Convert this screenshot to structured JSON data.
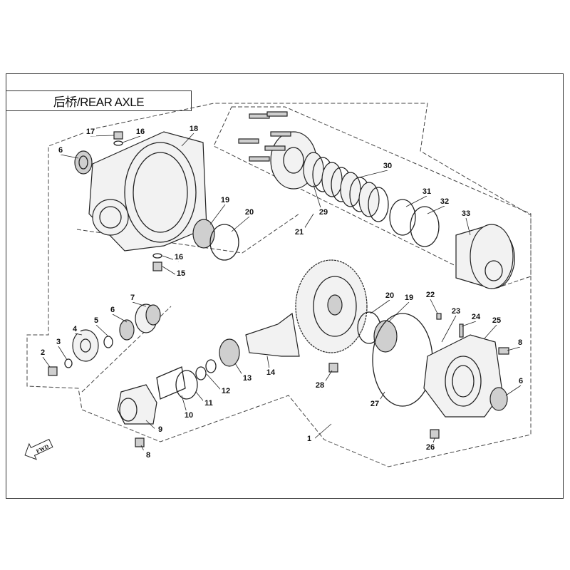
{
  "title": "后桥/REAR AXLE",
  "direction_indicator": "FWD",
  "callouts": [
    "17",
    "16",
    "18",
    "6",
    "19",
    "20",
    "16",
    "15",
    "30",
    "31",
    "32",
    "33",
    "29",
    "21",
    "7",
    "6",
    "5",
    "4",
    "3",
    "2",
    "20",
    "19",
    "22",
    "23",
    "24",
    "25",
    "8",
    "13",
    "14",
    "12",
    "11",
    "10",
    "9",
    "8",
    "28",
    "27",
    "6",
    "1",
    "26"
  ]
}
